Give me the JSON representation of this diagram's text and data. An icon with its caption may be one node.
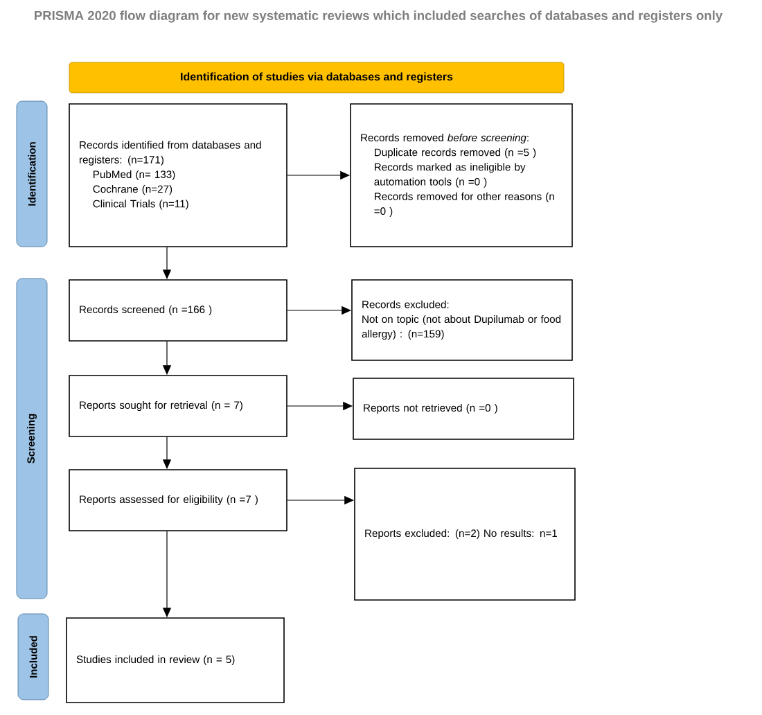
{
  "diagram": {
    "title": "PRISMA 2020 flow diagram for new systematic reviews which included searches of databases and registers only",
    "nodes": [
      {
        "text": [
          "Identification of studies via databases and registers"
        ]
      },
      {
        "text": [
          "Identification"
        ]
      },
      {
        "text": [
          "Records identified from databases and registers: (n=171)",
          "PubMed (n= 133)",
          "Cochrane (n=27)",
          "Clinical Trials (n=11)"
        ]
      },
      {
        "text": [
          "Records removed *before screening*:",
          "Duplicate records removed (n =5 )",
          "Records marked as ineligible by automation tools (n =0 )",
          "Records removed for other reasons (n =0 )"
        ]
      },
      {
        "text": [
          "Screening"
        ]
      },
      {
        "text": [
          "Records screened (n =166 )"
        ]
      },
      {
        "text": [
          "Records excluded:",
          "Not on topic (not about Dupilumab or food allergy) : (n=159)"
        ]
      },
      {
        "text": [
          "Reports sought for retrieval (n = 7)"
        ]
      },
      {
        "text": [
          "Reports not retrieved (n =0 )"
        ]
      },
      {
        "text": [
          "Reports assessed for eligibility (n =7 )"
        ]
      },
      {
        "text": [
          "Reports excluded: (n=2) No results: n=1"
        ]
      },
      {
        "text": [
          "Included"
        ]
      },
      {
        "text": [
          "Studies included in review (n = 5)"
        ]
      }
    ],
    "edges": [
      {
        "from": 2,
        "to": 3,
        "arrow": "to"
      },
      {
        "from": 2,
        "to": 5,
        "arrow": "to"
      },
      {
        "from": 5,
        "to": 6,
        "arrow": "to"
      },
      {
        "from": 5,
        "to": 7,
        "arrow": "to"
      },
      {
        "from": 7,
        "to": 8,
        "arrow": "to"
      },
      {
        "from": 7,
        "to": 9,
        "arrow": "to"
      },
      {
        "from": 9,
        "to": 10,
        "arrow": "to"
      },
      {
        "from": 9,
        "to": 12,
        "arrow": "to"
      }
    ]
  }
}
